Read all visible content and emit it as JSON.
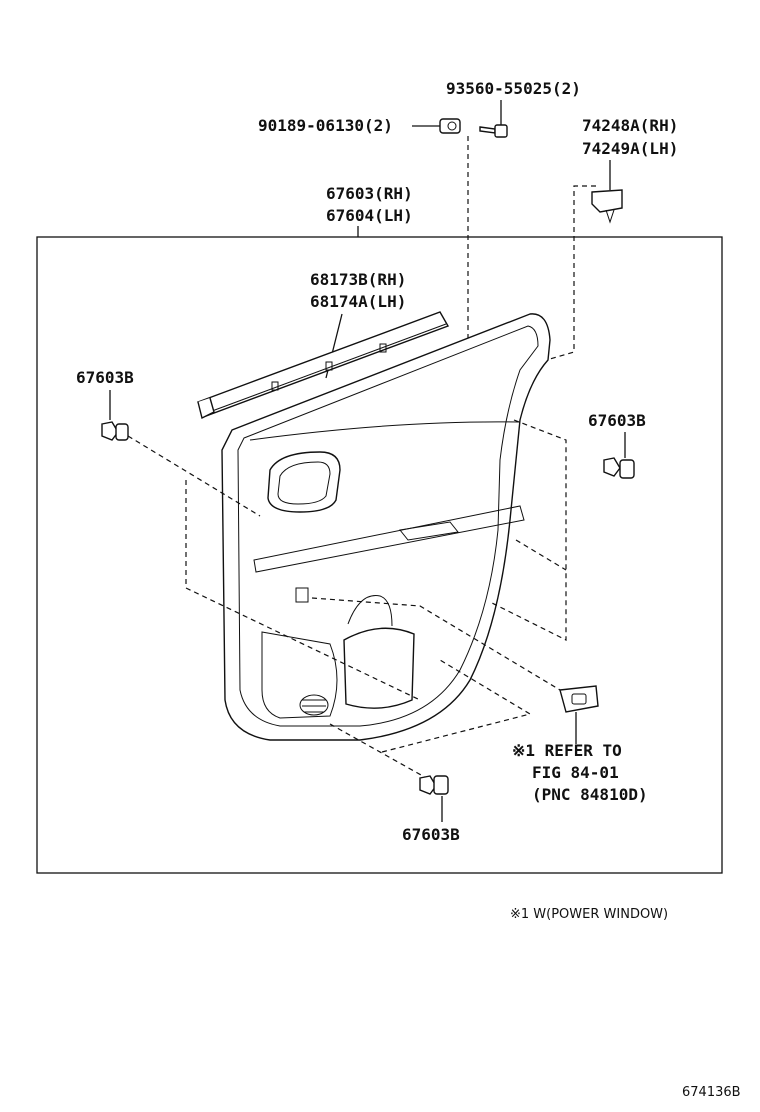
{
  "labels": {
    "p93560": "93560-55025(2)",
    "p90189": "90189-06130(2)",
    "p74248": "74248A(RH)",
    "p74249": "74249A(LH)",
    "p67603": "67603(RH)",
    "p67604": "67604(LH)",
    "p68173": "68173B(RH)",
    "p68174": "68174A(LH)",
    "clip_left": "67603B",
    "clip_right": "67603B",
    "clip_bottom": "67603B",
    "refer_line1": "※1 REFER TO",
    "refer_line2": "FIG 84-01",
    "refer_line3": "(PNC 84810D)"
  },
  "footnote": "※1 W(POWER WINDOW)",
  "figure_code": "674136B"
}
